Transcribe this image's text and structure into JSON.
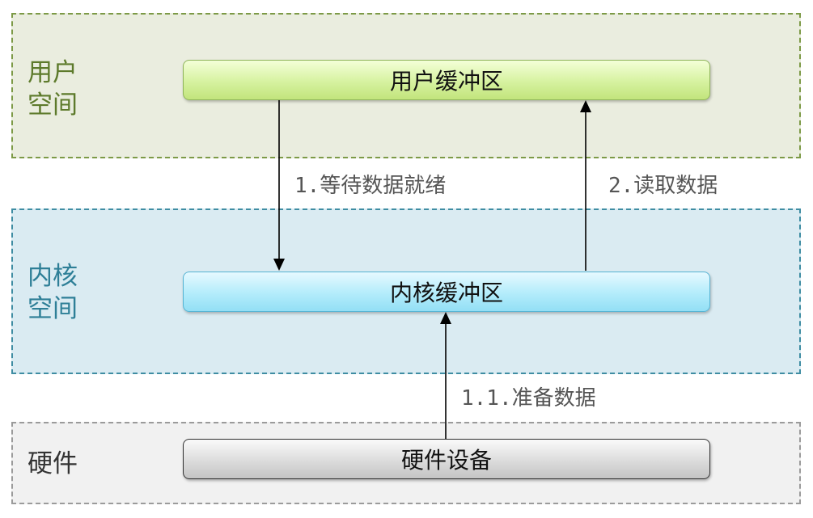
{
  "zones": {
    "user_space": {
      "label": "用户\n空间",
      "color": "#5d7a2b"
    },
    "kernel_space": {
      "label": "内核\n空间",
      "color": "#2e7f97"
    },
    "hardware": {
      "label": "硬件",
      "color": "#333333"
    }
  },
  "boxes": {
    "user_buffer": "用户缓冲区",
    "kernel_buffer": "内核缓冲区",
    "hardware_device": "硬件设备"
  },
  "steps": {
    "wait_data": "1.等待数据就绪",
    "read_data": "2.读取数据",
    "prepare_data": "1.1.准备数据"
  }
}
